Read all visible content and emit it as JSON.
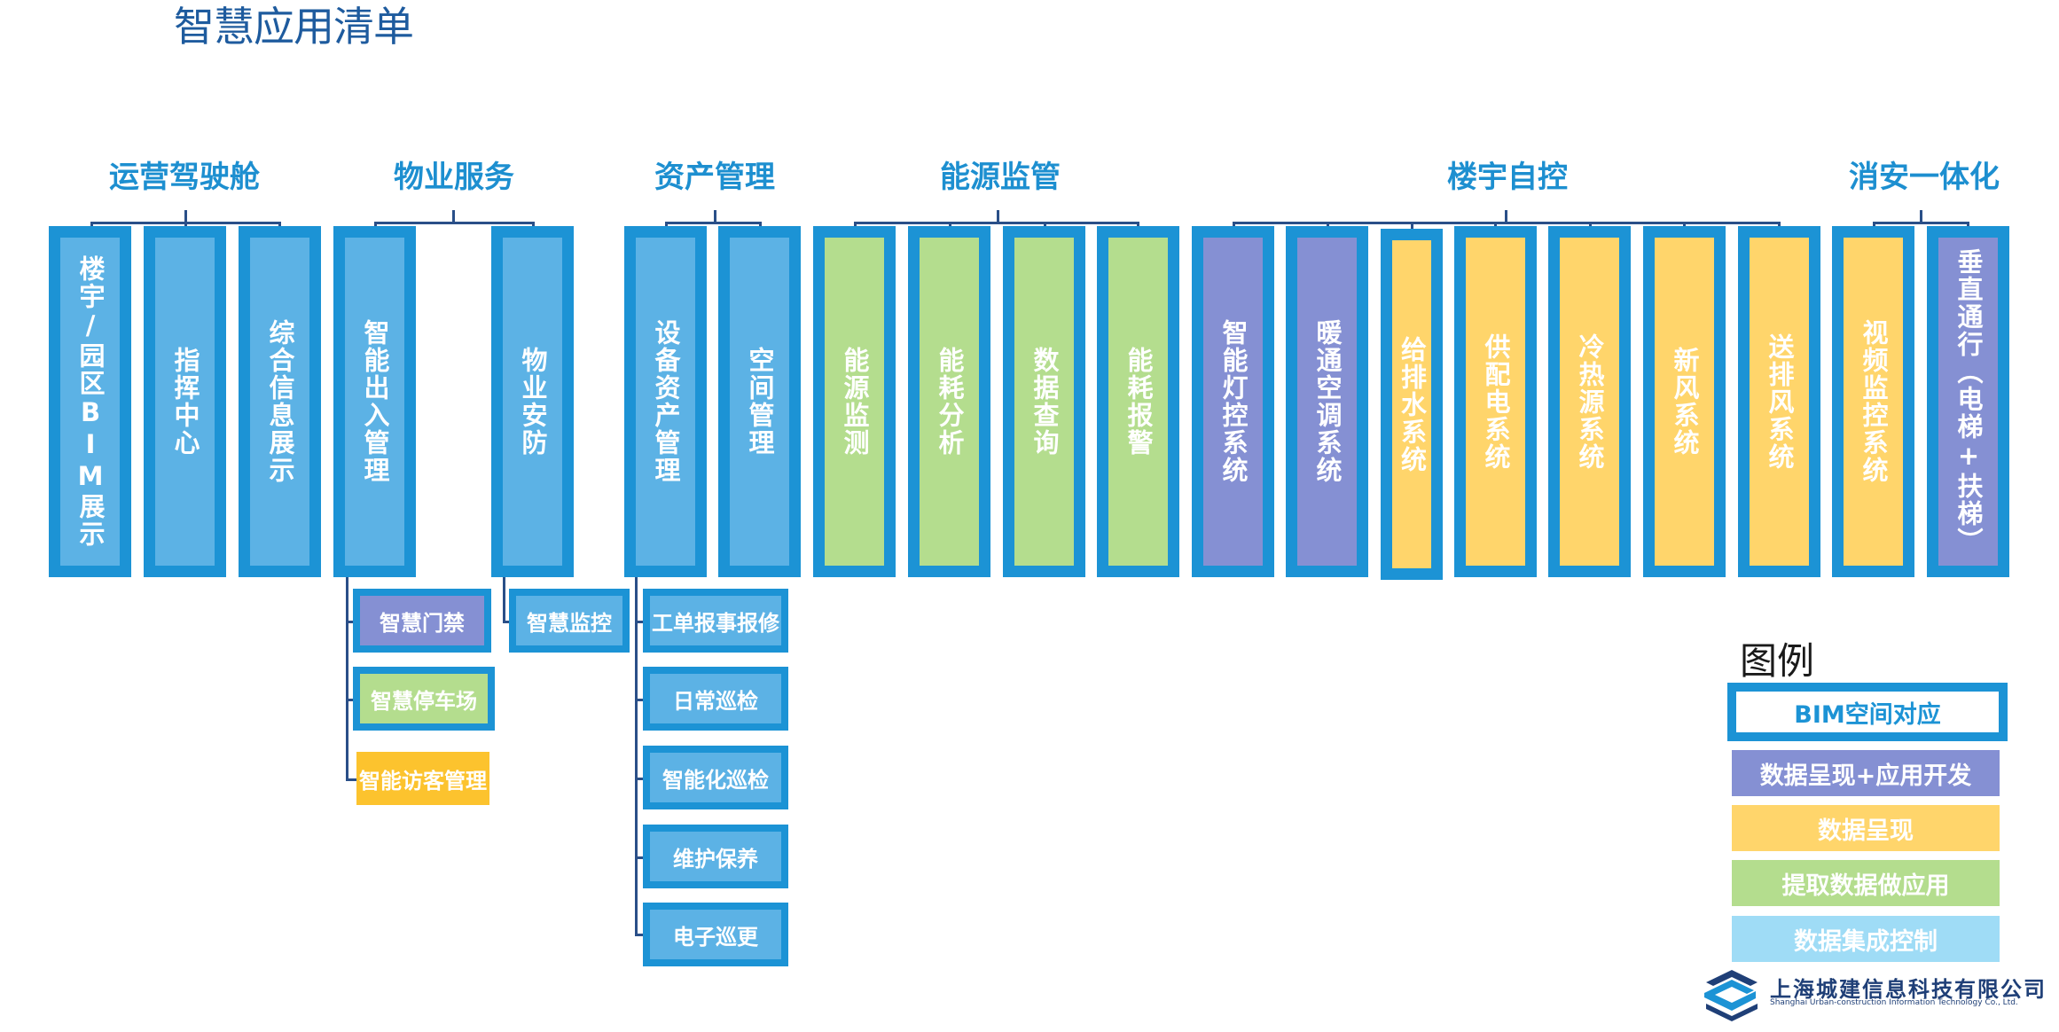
{
  "title": "智慧应用清单",
  "categories": [
    "运营驾驶舱",
    "物业服务",
    "资产管理",
    "能源监管",
    "楼宇自控",
    "消安一体化"
  ],
  "columns": [
    "楼宇/园区BIM展示",
    "指挥中心",
    "综合信息展示",
    "智能出入管理",
    "物业安防",
    "设备资产管理",
    "空间管理",
    "能源监测",
    "能耗分析",
    "数据查询",
    "能耗报警",
    "智能灯控系统",
    "暖通空调系统",
    "给排水系统",
    "供配电系统",
    "冷热源系统",
    "新风系统",
    "送排风系统",
    "视频监控系统",
    "垂直通行（电梯+扶梯）"
  ],
  "sub_items": [
    "智慧门禁",
    "智慧停车场",
    "智能访客管理",
    "智慧监控",
    "工单报事报修",
    "日常巡检",
    "智能化巡检",
    "维护保养",
    "电子巡更"
  ],
  "legend": {
    "title": "图例",
    "items": [
      "BIM空间对应",
      "数据呈现+应用开发",
      "数据呈现",
      "提取数据做应用",
      "数据集成控制"
    ]
  },
  "colors": {
    "bim_border": "#1c93d5",
    "dev_purple": "#8590d3",
    "display_yellow": "#ffd56b",
    "app_green": "#b4dd8e",
    "integrate_blue": "#5cb2e5",
    "orange": "#fcc32e",
    "title_blue": "#1e5b9e",
    "category_blue": "#1d8fd0",
    "connector": "#2a4f88"
  },
  "logo": {
    "cn": "上海城建信息科技有限公司",
    "en": "Shanghai Urban-construction Information Technology Co., Ltd."
  }
}
